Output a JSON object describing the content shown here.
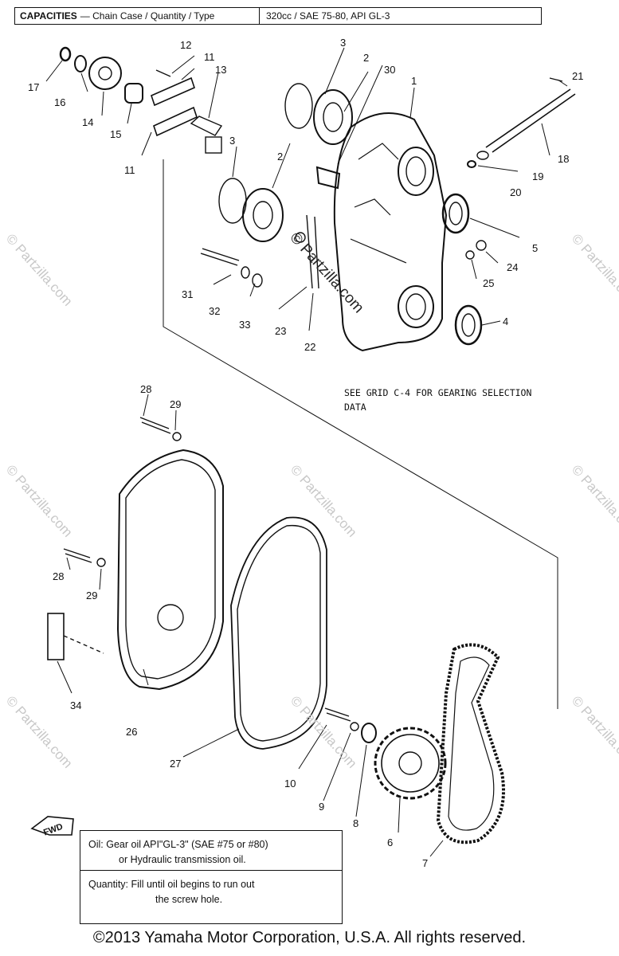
{
  "capacities": {
    "label": "CAPACITIES",
    "description": "— Chain Case / Quantity / Type",
    "value": "320cc / SAE 75-80, API GL-3"
  },
  "note": "SEE GRID C-4 FOR GEARING SELECTION\nDATA",
  "oil_box": {
    "oil_label": "Oil:",
    "oil_text_1": "Gear oil API\"GL-3\" (SAE #75 or #80)",
    "oil_text_2": "or Hydraulic transmission oil.",
    "quantity_label": "Quantity:",
    "quantity_text_1": "Fill until oil begins to run out",
    "quantity_text_2": "the screw hole."
  },
  "fwd_label": "FWD",
  "watermark": "© Partzilla.com",
  "copyright": "©2013 Yamaha Motor Corporation, U.S.A. All rights reserved.",
  "part_numbers": [
    "1",
    "2",
    "2",
    "3",
    "3",
    "4",
    "5",
    "6",
    "7",
    "8",
    "9",
    "10",
    "11",
    "11",
    "12",
    "13",
    "14",
    "15",
    "16",
    "17",
    "18",
    "19",
    "20",
    "21",
    "22",
    "23",
    "24",
    "25",
    "26",
    "27",
    "28",
    "28",
    "29",
    "29",
    "30",
    "31",
    "32",
    "33",
    "34"
  ]
}
